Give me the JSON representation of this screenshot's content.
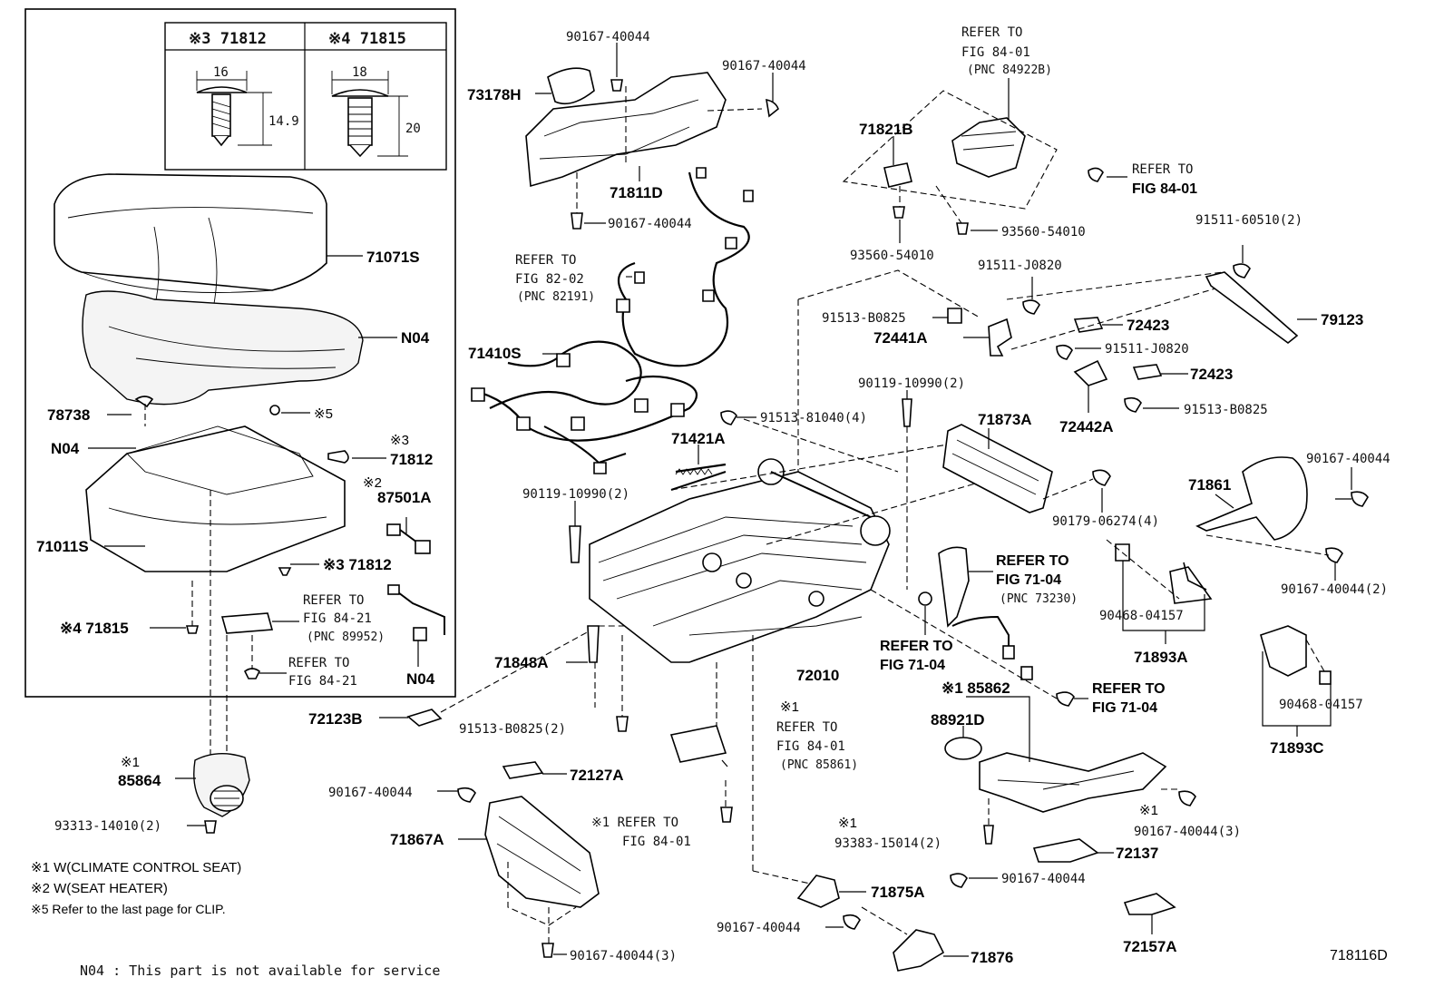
{
  "diagram_id": "718116D",
  "footnote_n04": "N04 : This part is not available for service",
  "legend": {
    "w1": "※1 W(CLIMATE CONTROL SEAT)",
    "w2": "※2 W(SEAT HEATER)",
    "w5": "※5 Refer to the last page for CLIP."
  },
  "clip_table": {
    "col1_header": "※3 71812",
    "col2_header": "※4 71815",
    "col1_width": "16",
    "col1_height": "14.9",
    "col2_width": "18",
    "col2_height": "20"
  },
  "labels": {
    "p71071S": "71071S",
    "pN04a": "N04",
    "p71410S": "71410S",
    "p78738": "78738",
    "pN04b": "N04",
    "p71011S": "71011S",
    "s5": "※5",
    "s3a": "※3",
    "p71812a": "71812",
    "s2": "※2",
    "p87501A": "87501A",
    "p71812b": "※3 71812",
    "p71815": "※4 71815",
    "pN04c": "N04",
    "ref_84_21a_1": "REFER TO",
    "ref_84_21a_2": "FIG 84-21",
    "ref_84_21a_3": "(PNC 89952)",
    "ref_84_21b_1": "REFER TO",
    "ref_84_21b_2": "FIG 84-21",
    "p72123B": "72123B",
    "s1a": "※1",
    "p85864": "85864",
    "p93313": "93313-14010(2)",
    "p90167_top1": "90167-40044",
    "p73178H": "73178H",
    "p90167_top2": "90167-40044",
    "p71811D": "71811D",
    "p90167_top3": "90167-40044",
    "ref_82_02_1": "REFER TO",
    "ref_82_02_2": "FIG 82-02",
    "ref_82_02_3": "(PNC 82191)",
    "ref_84_01a_1": "REFER TO",
    "ref_84_01a_2": "FIG 84-01",
    "ref_84_01a_3": "(PNC 84922B)",
    "p71821B": "71821B",
    "ref_84_01b_1": "REFER TO",
    "ref_84_01b_2": "FIG 84-01",
    "p93560a": "93560-54010",
    "p93560b": "93560-54010",
    "p91511_60510": "91511-60510(2)",
    "p91511_J0820a": "91511-J0820",
    "p91513_B0825a": "91513-B0825",
    "p72441A": "72441A",
    "p72423a": "72423",
    "p79123": "79123",
    "p91511_J0820b": "91511-J0820",
    "p72423b": "72423",
    "p90119a": "90119-10990(2)",
    "p72442A": "72442A",
    "p91513_B0825b": "91513-B0825",
    "p91513_81040": "91513-81040(4)",
    "p71873A": "71873A",
    "p71421A": "71421A",
    "p90119b": "90119-10990(2)",
    "p90179": "90179-06274(4)",
    "p71861": "71861",
    "p90167_r1": "90167-40044",
    "p90167_r2": "90167-40044(2)",
    "ref_71_04a_1": "REFER TO",
    "ref_71_04a_2": "FIG 71-04",
    "ref_71_04a_3": "(PNC 73230)",
    "p90468a": "90468-04157",
    "p71893A": "71893A",
    "ref_71_04b_1": "REFER TO",
    "ref_71_04b_2": "FIG 71-04",
    "p72010": "72010",
    "p71848A": "71848A",
    "ref_71_04c_1": "REFER TO",
    "ref_71_04c_2": "FIG 71-04",
    "p90468b": "90468-04157",
    "p71893C": "71893C",
    "p91513_B0825c": "91513-B0825(2)",
    "s1b": "※1",
    "ref_84_01c_1": "REFER TO",
    "ref_84_01c_2": "FIG 84-01",
    "ref_84_01c_3": "(PNC 85861)",
    "p85862": "※1 85862",
    "p88921D": "88921D",
    "p72127A": "72127A",
    "p90167_m1": "90167-40044",
    "p71867A": "71867A",
    "ref_84_01d_1": "※1 REFER TO",
    "ref_84_01d_2": "FIG 84-01",
    "s1c": "※1",
    "p93383": "93383-15014(2)",
    "s1d": "※1",
    "p90167_m2": "90167-40044(3)",
    "p72137": "72137",
    "p90167_m3": "90167-40044",
    "p71875A": "71875A",
    "p90167_m4": "90167-40044",
    "p72157A": "72157A",
    "p71876": "71876",
    "p90167_m5": "90167-40044(3)"
  }
}
